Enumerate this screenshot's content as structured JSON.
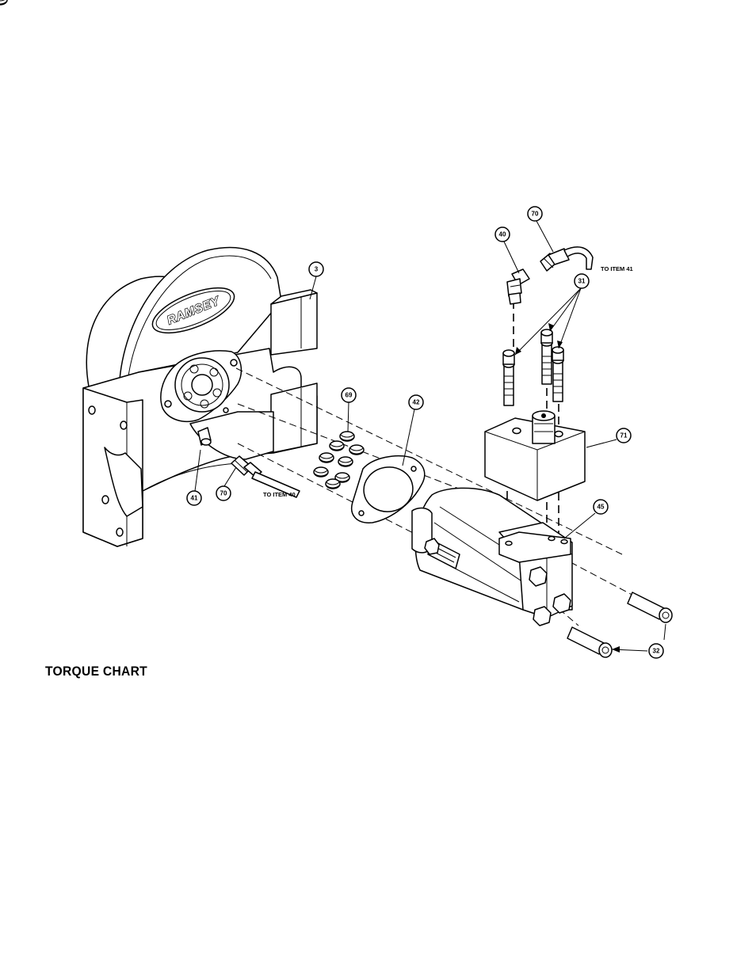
{
  "diagram": {
    "callouts": [
      {
        "id": "c-3",
        "label": "3"
      },
      {
        "id": "c-69",
        "label": "69"
      },
      {
        "id": "c-42",
        "label": "42"
      },
      {
        "id": "c-41",
        "label": "41"
      },
      {
        "id": "c-70a",
        "label": "70"
      },
      {
        "id": "c-40",
        "label": "40"
      },
      {
        "id": "c-70b",
        "label": "70"
      },
      {
        "id": "c-31",
        "label": "31"
      },
      {
        "id": "c-71",
        "label": "71"
      },
      {
        "id": "c-45",
        "label": "45"
      },
      {
        "id": "c-32",
        "label": "32"
      }
    ],
    "notes": {
      "to_item_41": "TO ITEM 41",
      "to_item_40": "TO ITEM 40"
    },
    "logo": "RAMSEY"
  },
  "heading": "TORQUE CHART"
}
